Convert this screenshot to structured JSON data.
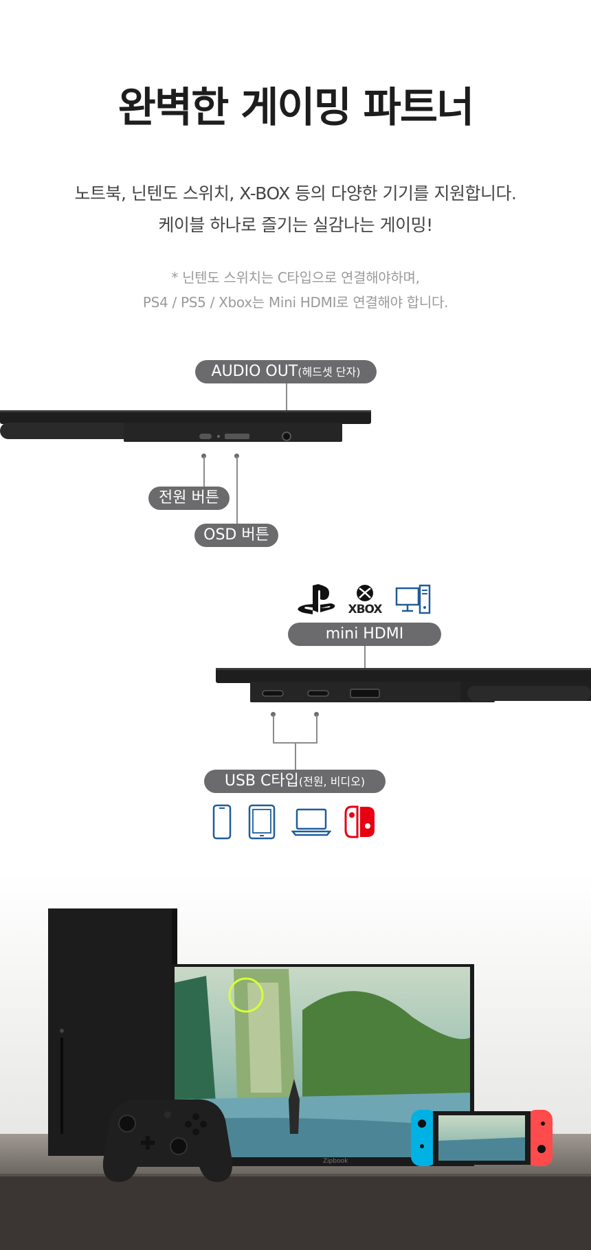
{
  "headline": "완벽한 게이밍 파트너",
  "description": {
    "line1": "노트북, 닌텐도 스위치, X-BOX 등의 다양한 기기를 지원합니다.",
    "line2": "케이블 하나로 즐기는 실감나는 게이밍!"
  },
  "note": {
    "line1": "* 닌텐도 스위치는 C타입으로 연결해야하며,",
    "line2": "PS4 / PS5 / Xbox는 Mini HDMI로 연결해야 합니다."
  },
  "ports_top": {
    "audio_out": "AUDIO OUT",
    "audio_out_sub": "(헤드셋 단자)",
    "power_button": "전원 버튼",
    "osd_button": "OSD 버튼"
  },
  "ports_side": {
    "mini_hdmi": "mini HDMI",
    "hdmi_device_icons": [
      "playstation-icon",
      "xbox-icon",
      "desktop-pc-icon"
    ],
    "xbox_label": "XBOX",
    "usb_c": "USB C타입",
    "usb_c_sub": "(전원, 비디오)",
    "usb_device_icons": [
      "smartphone-icon",
      "tablet-icon",
      "laptop-icon",
      "nintendo-switch-icon"
    ]
  },
  "monitor_brand": "Zipbook",
  "colors": {
    "pill": "#6b6b6d",
    "device_blue": "#1f5c9a",
    "switch_red": "#e60012",
    "joycon_blue": "#00b2e3",
    "joycon_red": "#ff4b4b"
  }
}
